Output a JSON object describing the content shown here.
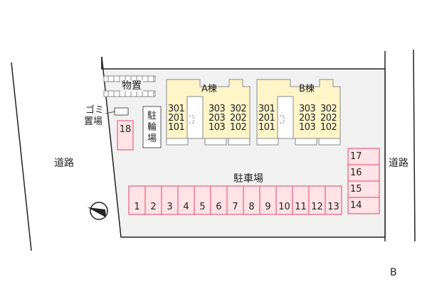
{
  "map": {
    "road_left": "道路",
    "road_right": "道路",
    "storage": "物置",
    "garbage": "ゴミ置場",
    "garbage_line1": "ゴミ",
    "garbage_line2": "置場",
    "bicycle": "駐輪場",
    "bicycle_chars": [
      "駐",
      "輪",
      "場"
    ],
    "parking_title": "駐車場",
    "corner_mark": "B",
    "compass": "N",
    "building_a": {
      "name": "A棟",
      "floors_left": [
        "301",
        "201",
        "101"
      ],
      "floors_mid": [
        "303",
        "203",
        "103"
      ],
      "floors_right": [
        "302",
        "202",
        "102"
      ]
    },
    "building_b": {
      "name": "B棟",
      "floors_left": [
        "301",
        "201",
        "101"
      ],
      "floors_mid": [
        "303",
        "203",
        "103"
      ],
      "floors_right": [
        "302",
        "202",
        "102"
      ]
    },
    "space_18": "18",
    "bottom_spaces": [
      "1",
      "2",
      "3",
      "4",
      "5",
      "6",
      "7",
      "8",
      "9",
      "10",
      "11",
      "12",
      "13"
    ],
    "right_spaces": [
      "17",
      "16",
      "15",
      "14"
    ],
    "colors": {
      "building_fill": "#fff5c8",
      "building_stroke": "#8a8a8a",
      "space_fill": "#ffe3e6",
      "space_stroke": "#e0456a",
      "line": "#222222"
    }
  }
}
